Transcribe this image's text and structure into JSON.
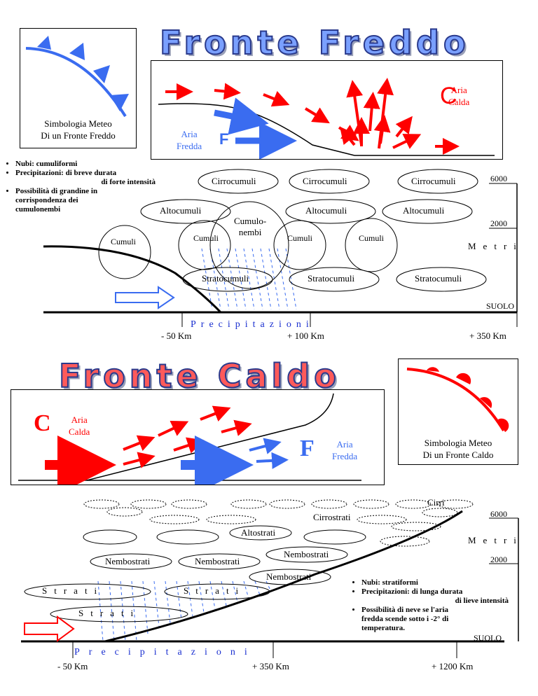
{
  "cold_front": {
    "title": "Fronte Freddo",
    "symbol_caption_line1": "Simbologia Meteo",
    "symbol_caption_line2": "Di un Fronte Freddo",
    "warm_air_letter": "C",
    "warm_air_label_line1": "Aria",
    "warm_air_label_line2": "Calda",
    "cold_air_letter": "F",
    "cold_air_label_line1": "Aria",
    "cold_air_label_line2": "Fredda",
    "notes": [
      "Nubi: cumuliformi",
      "Precipitazioni: di breve durata",
      "di forte intensità",
      "Possibilità di grandine in",
      "corrispondenza dei",
      "cumulonembi"
    ],
    "clouds": {
      "cirrocumuli": "Cirrocumuli",
      "altocumuli": "Altocumuli",
      "cumulonembi_line1": "Cumulo-",
      "cumulonembi_line2": "nembi",
      "cumuli": "Cumuli",
      "stratocumuli": "Stratocumuli"
    },
    "altitude_top": "6000",
    "altitude_mid": "2000",
    "altitude_unit": "Metri",
    "ground": "SUOLO",
    "precip_label": "Precipitazioni",
    "distances": [
      "- 50 Km",
      "+ 100 Km",
      "+ 350 Km"
    ]
  },
  "warm_front": {
    "title": "Fronte Caldo",
    "symbol_caption_line1": "Simbologia Meteo",
    "symbol_caption_line2": "Di un Fronte Caldo",
    "warm_air_letter": "C",
    "warm_air_label_line1": "Aria",
    "warm_air_label_line2": "Calda",
    "cold_air_letter": "F",
    "cold_air_label_line1": "Aria",
    "cold_air_label_line2": "Fredda",
    "clouds": {
      "cirri": "Cirri",
      "cirrostrati": "Cirrostrati",
      "altostrati": "Altostrati",
      "nembostrati": "Nembostrati",
      "strati": "Strati"
    },
    "notes": [
      "Nubi: stratiformi",
      "Precipitazioni: di lunga durata",
      "di lieve intensità",
      "Possibilità di neve se l'aria",
      "fredda scende sotto i -2° di",
      "temperatura."
    ],
    "altitude_top": "6000",
    "altitude_mid": "2000",
    "altitude_unit": "Metri",
    "ground": "SUOLO",
    "precip_label": "Precipitazioni",
    "distances": [
      "- 50 Km",
      "+ 350 Km",
      "+ 1200 Km"
    ]
  },
  "colors": {
    "warm": "#ff0000",
    "cold": "#3a6cf0"
  }
}
